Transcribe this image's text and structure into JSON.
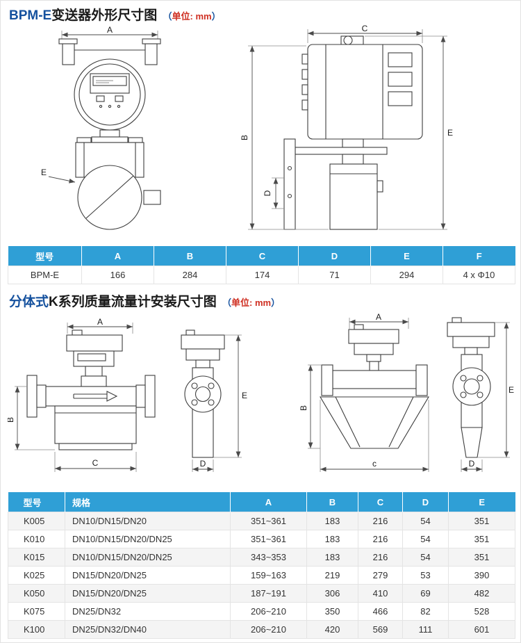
{
  "colors": {
    "title_blue": "#15519e",
    "unit_red": "#cf2f22",
    "table_header_bg": "#2f9fd6",
    "row_alt_bg": "#f4f4f4"
  },
  "header1": {
    "brand": "BPM-E",
    "title": "变送器外形尺寸图",
    "unit_open": "（",
    "unit": "单位: mm",
    "unit_close": "）"
  },
  "header2": {
    "brand": "分体式",
    "title": "K系列质量流量计安装尺寸图",
    "unit_open": "（",
    "unit": "单位: mm",
    "unit_close": "）"
  },
  "diagrams": {
    "bpm_front": {
      "a": "A",
      "e": "E"
    },
    "bpm_side": {
      "b": "B",
      "c": "C",
      "d": "D",
      "e": "E"
    },
    "k_integral": {
      "a": "A",
      "b": "B",
      "c": "C"
    },
    "k_remote_small": {
      "d": "D",
      "e": "E"
    },
    "k_wedge": {
      "a": "A",
      "b": "B",
      "c": "c"
    },
    "k_remote_large": {
      "d": "D",
      "e": "E"
    }
  },
  "table1": {
    "headers": [
      "型号",
      "A",
      "B",
      "C",
      "D",
      "E",
      "F"
    ],
    "rows": [
      [
        "BPM-E",
        "166",
        "284",
        "174",
        "71",
        "294",
        "4 x Φ10"
      ]
    ]
  },
  "table2": {
    "headers": [
      "型号",
      "规格",
      "A",
      "B",
      "C",
      "D",
      "E"
    ],
    "rows": [
      [
        "K005",
        "DN10/DN15/DN20",
        "351~361",
        "183",
        "216",
        "54",
        "351"
      ],
      [
        "K010",
        "DN10/DN15/DN20/DN25",
        "351~361",
        "183",
        "216",
        "54",
        "351"
      ],
      [
        "K015",
        "DN10/DN15/DN20/DN25",
        "343~353",
        "183",
        "216",
        "54",
        "351"
      ],
      [
        "K025",
        "DN15/DN20/DN25",
        "159~163",
        "219",
        "279",
        "53",
        "390"
      ],
      [
        "K050",
        "DN15/DN20/DN25",
        "187~191",
        "306",
        "410",
        "69",
        "482"
      ],
      [
        "K075",
        "DN25/DN32",
        "206~210",
        "350",
        "466",
        "82",
        "528"
      ],
      [
        "K100",
        "DN25/DN32/DN40",
        "206~210",
        "420",
        "569",
        "111",
        "601"
      ]
    ]
  }
}
